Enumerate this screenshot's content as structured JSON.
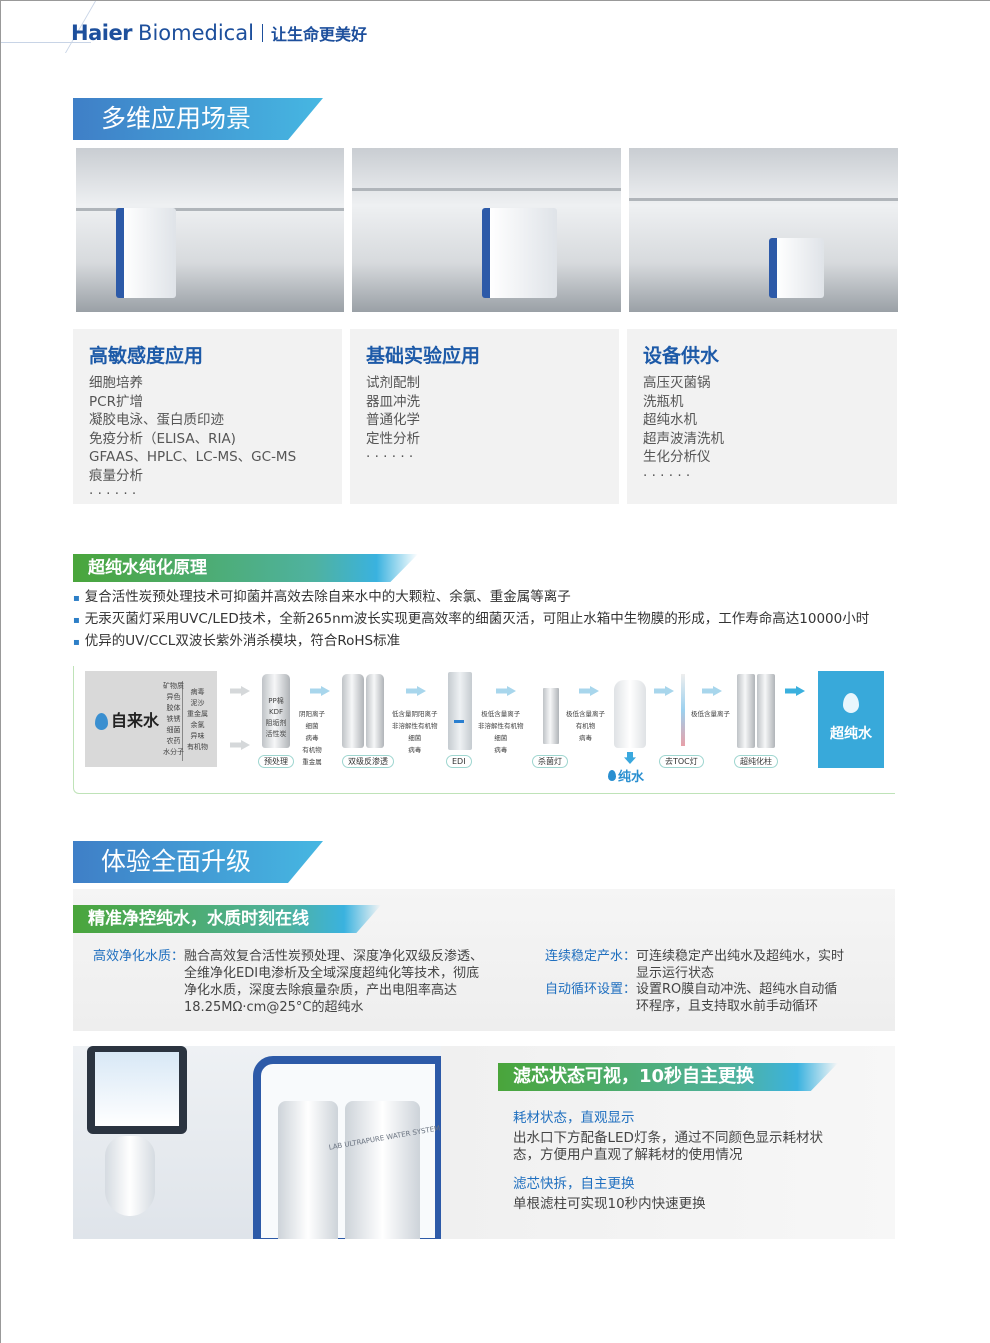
{
  "header": {
    "brand_bold": "Haier",
    "brand_rest": "Biomedical",
    "slogan": "让生命更美好"
  },
  "section1": {
    "title": "多维应用场景",
    "cards": [
      {
        "title": "高敏感度应用",
        "items": [
          "细胞培养",
          "PCR扩增",
          "凝胶电泳、蛋白质印迹",
          "免疫分析（ELISA、RIA)",
          "GFAAS、HPLC、LC-MS、GC-MS",
          "痕量分析",
          "· · · · · ·"
        ]
      },
      {
        "title": "基础实验应用",
        "items": [
          "试剂配制",
          "器皿冲洗",
          "普通化学",
          "定性分析",
          "· · · · · ·"
        ]
      },
      {
        "title": "设备供水",
        "items": [
          "高压灭菌锅",
          "洗瓶机",
          "超纯水机",
          "超声波清洗机",
          "生化分析仪",
          "· · · · · ·"
        ]
      }
    ]
  },
  "principle": {
    "title": "超纯水纯化原理",
    "bullets": [
      "复合活性炭预处理技术可抑菌并高效去除自来水中的大颗粒、余氯、重金属等离子",
      "无汞灭菌灯采用UVC/LED技术，全新265nm波长实现更高效率的细菌灭活，可阻止水箱中生物膜的形成，工作寿命高达10000小时",
      "优异的UV/CCL双波长紫外消杀模块，符合RoHS标准"
    ],
    "diagram": {
      "source": "自来水",
      "source_contents_a": [
        "矿物质",
        "异色",
        "胶体",
        "铁锈",
        "细菌",
        "农药",
        "水分子"
      ],
      "source_contents_b": [
        "病毒",
        "泥沙",
        "重金属",
        "余氯",
        "异味",
        "有机物"
      ],
      "prefilter_text": [
        "PP棉",
        "KDF",
        "阻垢剂",
        "活性炭"
      ],
      "stages": [
        {
          "label": "预处理",
          "after": [
            "阴阳离子",
            "细菌",
            "病毒",
            "有机物",
            "重金属"
          ]
        },
        {
          "label": "双级反渗透",
          "after": [
            "低含量阴阳离子",
            "非溶解性有机物",
            "细菌",
            "病毒"
          ]
        },
        {
          "label": "EDI",
          "after": [
            "极低含量离子",
            "非溶解性有机物",
            "细菌",
            "病毒"
          ]
        },
        {
          "label": "杀菌灯",
          "after": [
            "极低含量离子",
            "有机物",
            "病毒"
          ]
        },
        {
          "label": "去TOC灯",
          "after": [
            "极低含量离子"
          ]
        },
        {
          "label": "超纯化柱",
          "after": []
        }
      ],
      "pure_water": "纯水",
      "ultra_pure": "超纯水"
    }
  },
  "section2": {
    "title": "体验全面升级",
    "block1": {
      "title": "精准净控纯水，水质时刻在线",
      "features": [
        {
          "key": "高效净化水质：",
          "text": "融合高效复合活性炭预处理、深度净化双级反渗透、全维净化EDI电渗析及全域深度超纯化等技术，彻底净化水质，深度去除痕量杂质，产出电阻率高达18.25MΩ·cm@25°C的超纯水"
        },
        {
          "key": "连续稳定产水：",
          "text": "可连续稳定产出纯水及超纯水，实时显示运行状态"
        },
        {
          "key": "自动循环设置：",
          "text": "设置RO膜自动冲洗、超纯水自动循环程序，且支持取水前手动循环"
        }
      ]
    },
    "block2": {
      "title": "滤芯状态可视，10秒自主更换",
      "subs": [
        {
          "title": "耗材状态，直观显示",
          "text": "出水口下方配备LED灯条，通过不同颜色显示耗材状态，方便用户直观了解耗材的使用情况"
        },
        {
          "title": "滤芯快拆，自主更换",
          "text": "单根滤柱可实现10秒内快速更换"
        }
      ],
      "product_label": "LAB ULTRAPURE WATER SYSTEM"
    }
  },
  "colors": {
    "brand_blue": "#1d4f9c",
    "accent_blue": "#1f6fbf",
    "green": "#4aa53b",
    "cyan": "#38a9da"
  }
}
